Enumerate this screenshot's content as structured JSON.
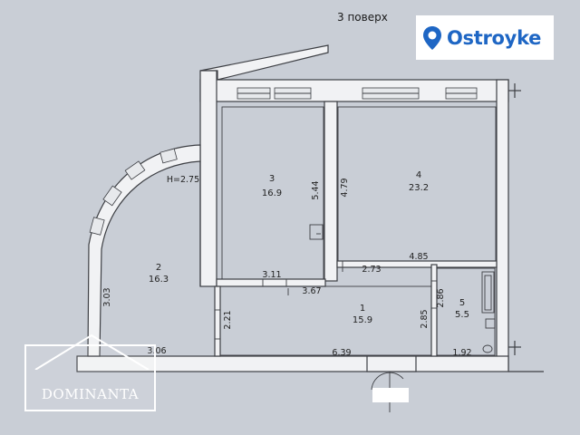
{
  "floor_label": "3 поверх",
  "brand": {
    "name": "Ostroyke",
    "color": "#1e66c4",
    "icon": "location-pin-icon"
  },
  "watermark": {
    "text": "DOMINANTA",
    "icon": "house-roof-icon"
  },
  "ceiling_height": "H=2.75",
  "rooms": [
    {
      "number": "1",
      "area": "15.9"
    },
    {
      "number": "2",
      "area": "16.3"
    },
    {
      "number": "3",
      "area": "16.9"
    },
    {
      "number": "4",
      "area": "23.2"
    },
    {
      "number": "5",
      "area": "5.5"
    }
  ],
  "dimensions": {
    "r3_height": "5.44",
    "r4_height": "4.79",
    "r4_width": "4.85",
    "hall_top": "2.73",
    "r3_width": "3.11",
    "corridor_width": "3.67",
    "r1_height_right": "2.85",
    "r5_height": "2.86",
    "r2_height": "3.03",
    "r1_height_left": "2.21",
    "r2_width": "3.06",
    "r1_width": "6.39",
    "r5_width": "1.92"
  }
}
